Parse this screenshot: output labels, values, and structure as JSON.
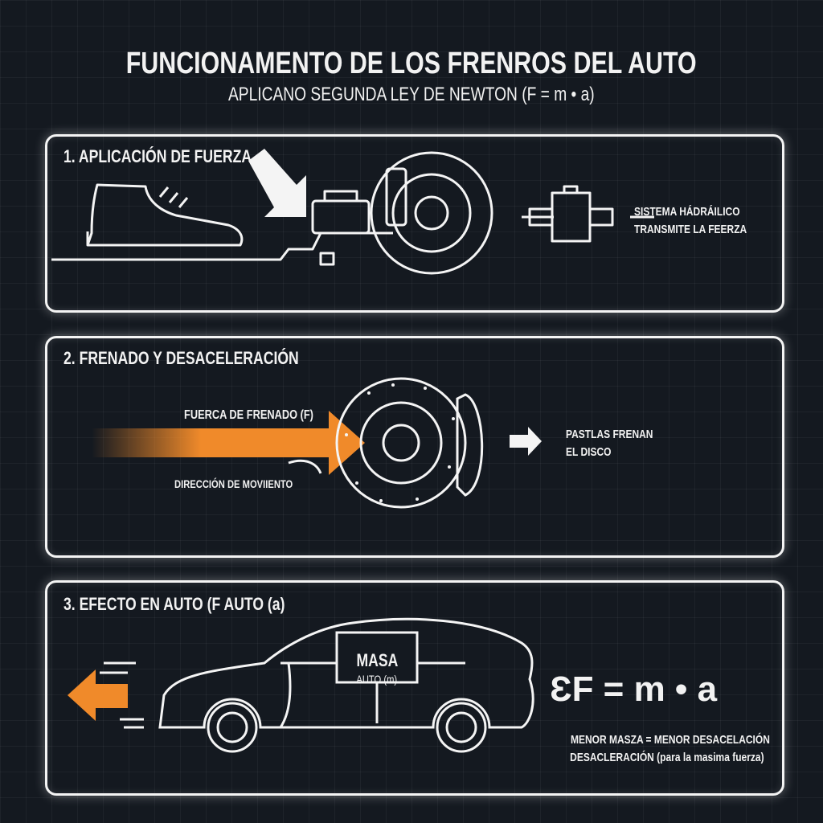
{
  "header": {
    "title": "FUNCIONAMENTO DE LOS FRENROS DEL AUTO",
    "subtitle": "APLICANO SEGUNDA LEY DE NEWTON (F = m • a)"
  },
  "sections": [
    {
      "title": "1. APLICACIÓN DE FUERZA",
      "caption_lines": [
        "SISTEMA HÁDRÁILICO",
        "TRANSMITE LA FEERZA"
      ]
    },
    {
      "title": "2. FRENADO Y DESACELERACIÓN",
      "force_label": "FUERCA DE FRENADO (F)",
      "direction_label": "DIRECCIÓN DE MOVIIENTO",
      "caption_lines": [
        "PASTLAS FRENAN",
        "EL DISCO"
      ]
    },
    {
      "title": "3. EFECTO EN AUTO (F AUTO (a)",
      "mass_label": "MASA",
      "mass_sub": "AUTO (m)",
      "formula": "ƐF = m • a",
      "note_lines": [
        "MENOR MASZA = MENOR DESACELACIÓN",
        "DESACLERACIÓN (para la masima fuerza)"
      ]
    }
  ],
  "colors": {
    "background": "#141920",
    "line": "#f4f4f4",
    "accent": "#f08a2a"
  }
}
